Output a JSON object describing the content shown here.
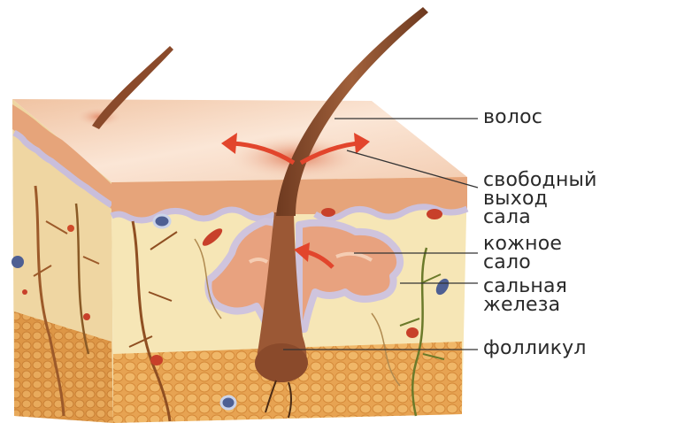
{
  "labels": {
    "hair": "волос",
    "sebum_exit": [
      "свободный",
      "выход",
      "сала"
    ],
    "sebum": [
      "кожное",
      "сало"
    ],
    "gland": [
      "сальная",
      "железа"
    ],
    "follicle": "фолликул"
  },
  "colors": {
    "surface": "#f6d2b6",
    "epidermis": "#e6a47a",
    "dermis": "#f6e3b2",
    "side_dermis": "#eed49c",
    "fat": "#e6a14e",
    "hair": "#8a4a2b",
    "gland": "#e8a27f",
    "gland_rim": "#cfc4dd",
    "arrow": "#e2452c",
    "leader": "#333333"
  }
}
